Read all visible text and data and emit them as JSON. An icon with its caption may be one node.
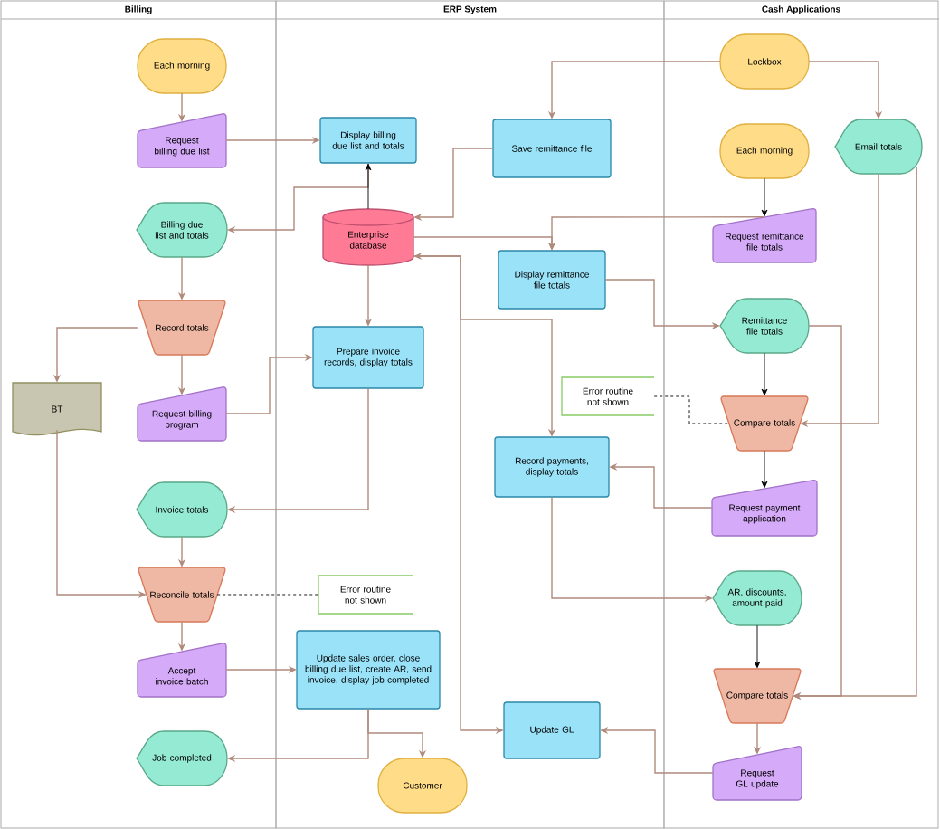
{
  "diagram": {
    "nodes": [
      {
        "text": [
          "Billing"
        ]
      },
      {
        "text": [
          "ERP System"
        ]
      },
      {
        "text": [
          "Cash Applications"
        ]
      },
      {
        "text": [
          "Each morning"
        ],
        "in": 0
      },
      {
        "text": [
          "Request billing due list"
        ],
        "in": 0
      },
      {
        "text": [
          "Billing due list and totals"
        ],
        "in": 0
      },
      {
        "text": [
          "Record totals"
        ],
        "in": 0
      },
      {
        "text": [
          "BT"
        ],
        "in": 0
      },
      {
        "text": [
          "Request billing program"
        ],
        "in": 0
      },
      {
        "text": [
          "Invoice totals"
        ],
        "in": 0
      },
      {
        "text": [
          "Reconcile totals"
        ],
        "in": 0
      },
      {
        "text": [
          "Accept invoice batch"
        ],
        "in": 0
      },
      {
        "text": [
          "Job completed"
        ],
        "in": 0
      },
      {
        "text": [
          "Display billing due list and totals"
        ],
        "in": 1
      },
      {
        "text": [
          "Save remittance file"
        ],
        "in": 1
      },
      {
        "text": [
          "Enterprise database"
        ],
        "in": 1
      },
      {
        "text": [
          "Display remittance file totals"
        ],
        "in": 1
      },
      {
        "text": [
          "Prepare invoice records, display totals"
        ],
        "in": 1
      },
      {
        "text": [
          "Record payments, display totals"
        ],
        "in": 1
      },
      {
        "text": [
          "Update sales order, close billing due list, create AR, send invoice, display job completed"
        ],
        "in": 1
      },
      {
        "text": [
          "Update GL"
        ],
        "in": 1
      },
      {
        "text": [
          "Customer"
        ],
        "in": 1
      },
      {
        "text": [
          "Lockbox"
        ],
        "in": 2
      },
      {
        "text": [
          "Email totals"
        ],
        "in": 2
      },
      {
        "text": [
          "Each morning"
        ],
        "in": 2
      },
      {
        "text": [
          "Request remittance file totals"
        ],
        "in": 2
      },
      {
        "text": [
          "Remittance file totals"
        ],
        "in": 2
      },
      {
        "text": [
          "Compare totals"
        ],
        "in": 2
      },
      {
        "text": [
          "Request payment application"
        ],
        "in": 2
      },
      {
        "text": [
          "AR, discounts, amount paid"
        ],
        "in": 2
      },
      {
        "text": [
          "Compare totals"
        ],
        "in": 2
      },
      {
        "text": [
          "Request GL update"
        ],
        "in": 2
      },
      {
        "text": [
          "Error routine not shown"
        ],
        "in": 1
      },
      {
        "text": [
          "Error routine not shown"
        ],
        "in": 1
      }
    ],
    "edges": [
      {
        "from": 3,
        "to": 4,
        "arrow": "to"
      },
      {
        "from": 4,
        "to": 13,
        "arrow": "to"
      },
      {
        "from": 13,
        "to": 5,
        "arrow": "to"
      },
      {
        "from": 15,
        "to": 13,
        "arrow": "to",
        "color": "#000000"
      },
      {
        "from": 5,
        "to": 6,
        "arrow": "to"
      },
      {
        "from": 6,
        "to": 7,
        "arrow": "to"
      },
      {
        "from": 6,
        "to": 8,
        "arrow": "to"
      },
      {
        "from": 8,
        "to": 17,
        "arrow": "to"
      },
      {
        "from": 15,
        "to": 17,
        "arrow": "to"
      },
      {
        "from": 17,
        "to": 9,
        "arrow": "to"
      },
      {
        "from": 9,
        "to": 10,
        "arrow": "to"
      },
      {
        "from": 7,
        "to": 10,
        "arrow": "to"
      },
      {
        "from": 10,
        "to": 33,
        "arrow": "none",
        "style": "dashed",
        "color": "#000000"
      },
      {
        "from": 10,
        "to": 11,
        "arrow": "to"
      },
      {
        "from": 11,
        "to": 19,
        "arrow": "to"
      },
      {
        "from": 19,
        "to": 12,
        "arrow": "to"
      },
      {
        "from": 19,
        "to": 21,
        "arrow": "to"
      },
      {
        "from": 22,
        "to": 14,
        "arrow": "to"
      },
      {
        "from": 22,
        "to": 23,
        "arrow": "to"
      },
      {
        "from": 14,
        "to": 15,
        "arrow": "to"
      },
      {
        "from": 15,
        "to": 16,
        "arrow": "to"
      },
      {
        "from": 25,
        "to": 16,
        "arrow": "to"
      },
      {
        "from": 24,
        "to": 25,
        "arrow": "to",
        "color": "#000000"
      },
      {
        "from": 16,
        "to": 26,
        "arrow": "to"
      },
      {
        "from": 26,
        "to": 27,
        "arrow": "to",
        "color": "#000000"
      },
      {
        "from": 23,
        "to": 27,
        "arrow": "to"
      },
      {
        "from": 32,
        "to": 27,
        "arrow": "none",
        "style": "dashed",
        "color": "#000000"
      },
      {
        "from": 27,
        "to": 28,
        "arrow": "to",
        "color": "#000000"
      },
      {
        "from": 28,
        "to": 18,
        "arrow": "to"
      },
      {
        "from": 20,
        "to": 15,
        "arrow": "both"
      },
      {
        "from": 15,
        "to": 18,
        "arrow": "to"
      },
      {
        "from": 18,
        "to": 29,
        "arrow": "to"
      },
      {
        "from": 29,
        "to": 30,
        "arrow": "to",
        "color": "#000000"
      },
      {
        "from": 26,
        "to": 30,
        "arrow": "to"
      },
      {
        "from": 23,
        "to": 30,
        "arrow": "to"
      },
      {
        "from": 30,
        "to": 31,
        "arrow": "to"
      },
      {
        "from": 31,
        "to": 20,
        "arrow": "to"
      }
    ]
  }
}
